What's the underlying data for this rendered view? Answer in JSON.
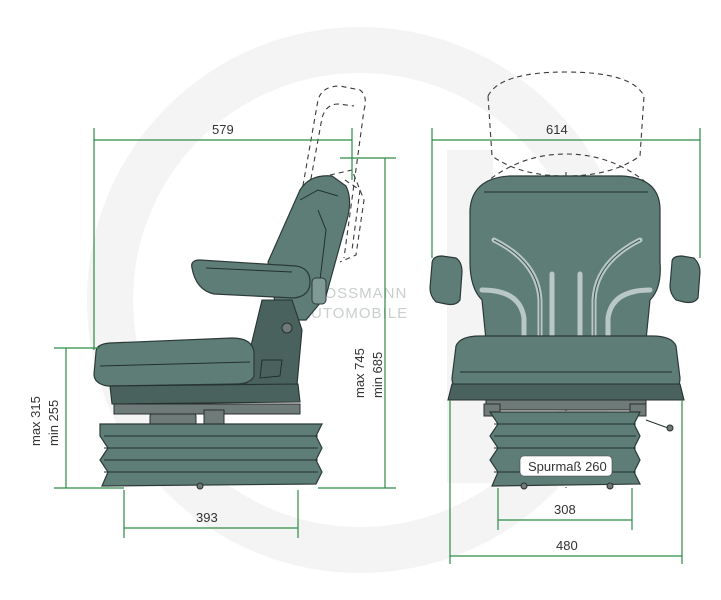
{
  "watermark": {
    "line1": "GROSSMANN",
    "line2": "AUTOMOBILE"
  },
  "side_view": {
    "overall_length": "579",
    "base_width": "393",
    "backrest_height_max": "max 745",
    "backrest_height_min": "min 685",
    "seat_height_max": "max 315",
    "seat_height_min": "min 255"
  },
  "front_view": {
    "overall_width": "614",
    "rail_spacing_label": "Spurmaß 260",
    "inner_base_width": "308",
    "outer_base_width": "480"
  },
  "colors": {
    "dimension": "#2e8a46",
    "upholstery": "#5e7d77",
    "outline": "#2c3a37"
  }
}
